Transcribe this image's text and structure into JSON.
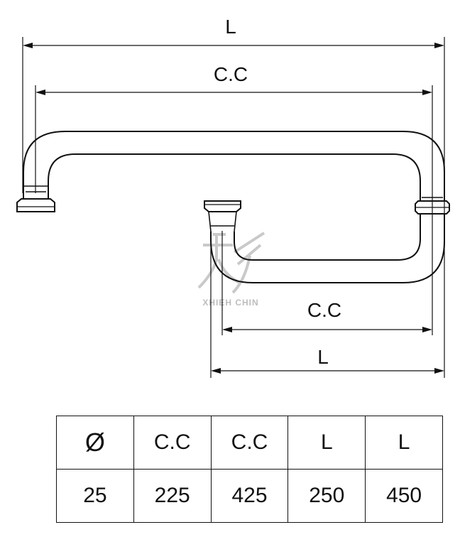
{
  "drawing": {
    "top_overall_label": "L",
    "top_center_label": "C.C",
    "bottom_center_label": "C.C",
    "bottom_overall_label": "L",
    "watermark_text": "XHIEH CHIN",
    "colors": {
      "line": "#111111",
      "watermark": "#bdbdbd"
    }
  },
  "table": {
    "header": [
      "Ø",
      "C.C",
      "C.C",
      "L",
      "L"
    ],
    "values": [
      "25",
      "225",
      "425",
      "250",
      "450"
    ]
  }
}
